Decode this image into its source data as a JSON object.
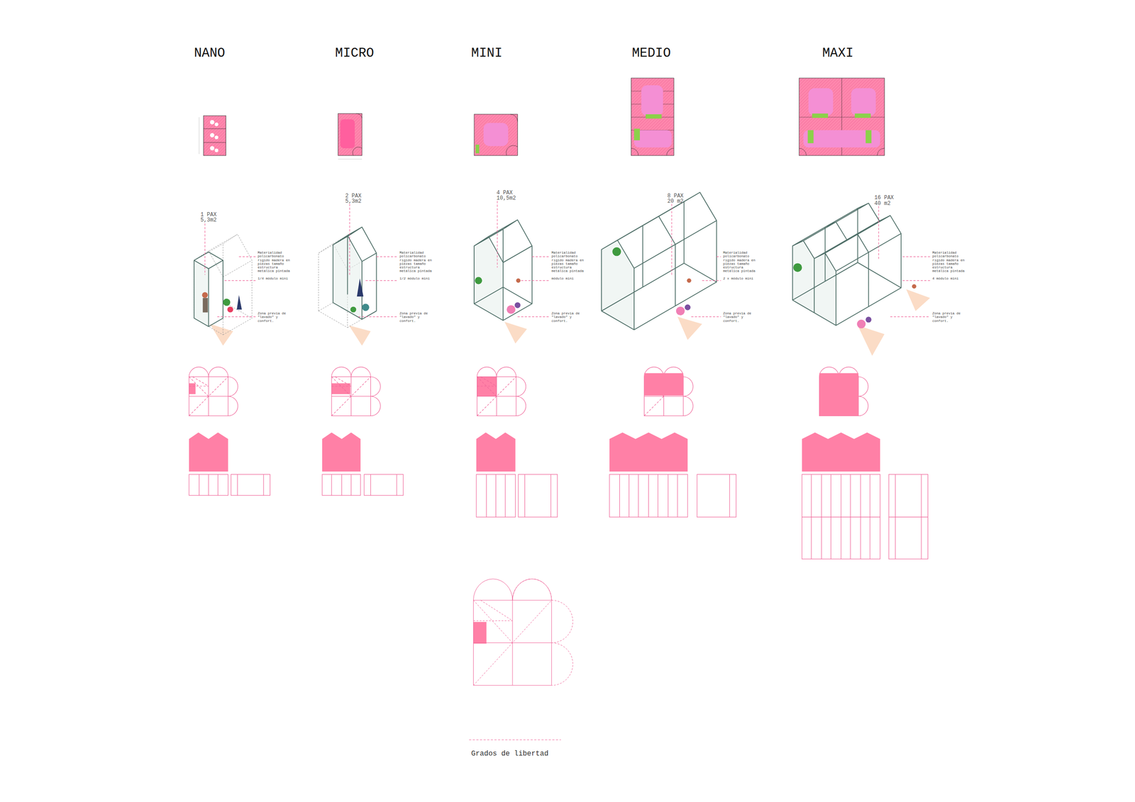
{
  "diagram": {
    "caption": "Grados de libertad",
    "labels": [
      "NANO",
      "MICRO",
      "MINI",
      "MEDIO",
      "MAXI",
      "1 PAX",
      "5,3m2",
      "Materialidad policarbonato rígido madera en piezas tamaño estructura metálica pintada",
      "1/4 módulo mini",
      "Zona previa de \"lavado\" y confort.",
      "2 PAX",
      "5,3m2",
      "Materialidad policarbonato rígido madera en piezas tamaño estructura metálica pintada",
      "1/2 módulo mini",
      "Zona previa de \"lavado\" y confort.",
      "4 PAX",
      "10,5m2",
      "Materialidad policarbonato rígido madera en piezas tamaño estructura metálica pintada",
      "módulo mini",
      "Zona previa de \"lavado\" y confort.",
      "8 PAX",
      "20 m2",
      "Materialidad policarbonato rígido madera en piezas tamaño estructura metálica pintada",
      "2 x módulo mini",
      "Zona previa de \"lavado\" y confort.",
      "16 PAX",
      "40 m2",
      "Materialidad policarbonato rígido madera en piezas tamaño estructura metálica pintada",
      "4 módulo mini",
      "Zona previa de \"lavado\" y confort."
    ]
  }
}
